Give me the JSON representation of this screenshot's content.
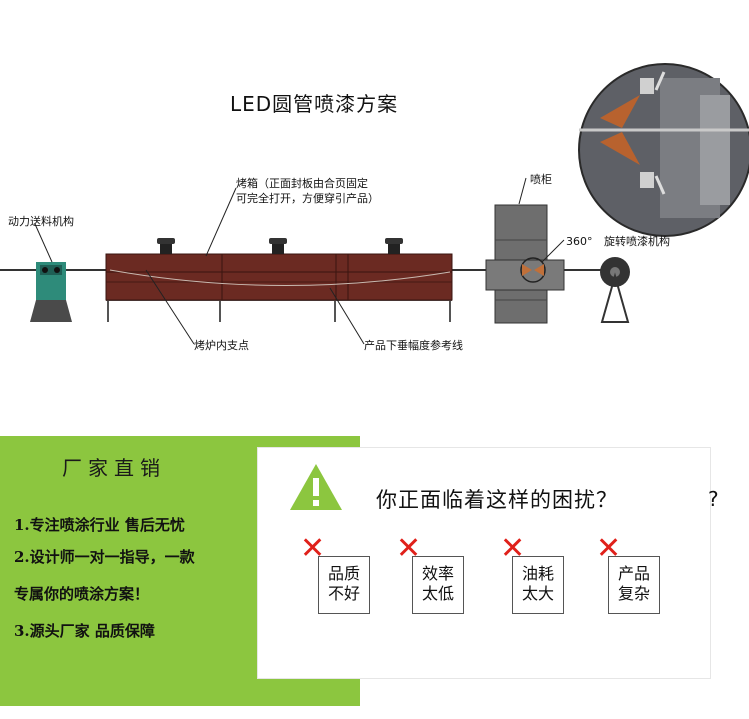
{
  "diagram": {
    "title": "LED圆管喷漆方案",
    "labels": {
      "feed": "动力送料机构",
      "oven_line1": "烤箱（正面封板由合页固定",
      "oven_line2": "可完全打开，方便穿引产品）",
      "cabinet": "喷柜",
      "rotate_deg": "360°",
      "rotate": "旋转喷漆机构",
      "support": "烤炉内支点",
      "sag": "产品下垂幅度参考线"
    }
  },
  "promo": {
    "title": "厂家直销",
    "points": [
      "1.专注喷涂行业  售后无忧",
      "2.设计师一对一指导，一款",
      "专属你的喷涂方案！",
      "3.源头厂家  品质保障"
    ]
  },
  "problems": {
    "question": "你正面临着这样的困扰？",
    "question_extra": "?",
    "items": [
      {
        "line1": "品质",
        "line2": "不好"
      },
      {
        "line1": "效率",
        "line2": "太低"
      },
      {
        "line1": "油耗",
        "line2": "太大"
      },
      {
        "line1": "产品",
        "line2": "复杂"
      }
    ]
  },
  "colors": {
    "oven": "#6b2a22",
    "green_panel": "#8cc63f",
    "warning": "#8cc63f",
    "cross": "#e0201a"
  }
}
